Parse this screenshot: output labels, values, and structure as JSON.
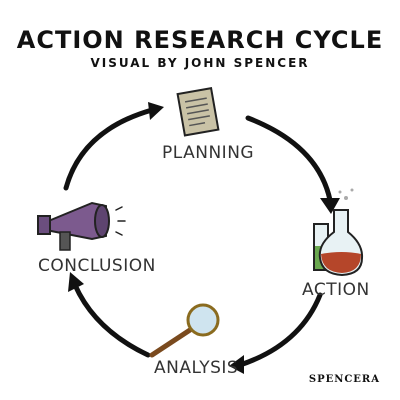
{
  "diagram": {
    "title": "ACTION RESEARCH CYCLE",
    "subtitle": "VISUAL BY JOHN SPENCER",
    "stages": [
      {
        "label": "PLANNING",
        "icon": "document-icon"
      },
      {
        "label": "ACTION",
        "icon": "flask-icon"
      },
      {
        "label": "ANALYSIS",
        "icon": "magnifying-glass-icon"
      },
      {
        "label": "CONCLUSION",
        "icon": "megaphone-icon"
      }
    ],
    "credit": "SPENCERA"
  }
}
